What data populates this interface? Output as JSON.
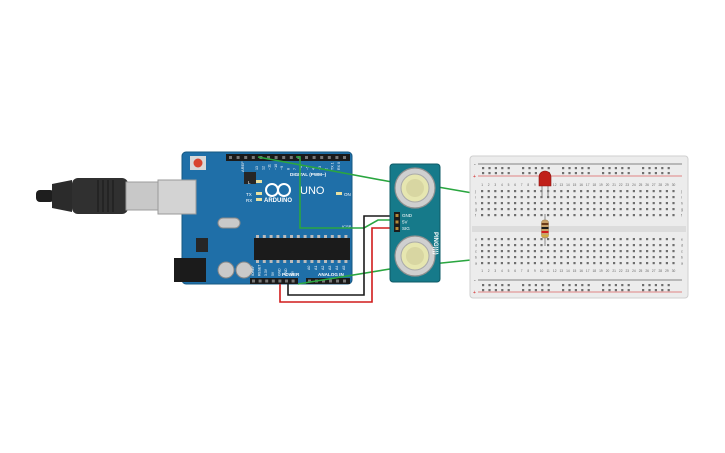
{
  "canvas": {
    "background": "#ffffff"
  },
  "arduino": {
    "brand_label": "ARDUINO",
    "model_label": "UNO",
    "digital_label": "DIGITAL (PWM~)",
    "power_label": "POWER",
    "analog_label": "ANALOG IN",
    "aref_label": "AREF",
    "gnd_label": "GND",
    "digital_pin_labels": [
      "13",
      "12",
      "~11",
      "~10",
      "~9",
      "8",
      "7",
      "~6",
      "~5",
      "4",
      "~3",
      "2",
      "TX 1",
      "RX 0"
    ],
    "power_pin_labels": [
      "IOREF",
      "RESET",
      "3.3V",
      "5V",
      "GND",
      "GND",
      "Vin"
    ],
    "analog_pin_labels": [
      "A0",
      "A1",
      "A2",
      "A3",
      "A4",
      "A5"
    ],
    "led_labels": [
      "L",
      "TX",
      "RX",
      "ON"
    ],
    "board_color": "#1f6fa8",
    "icsp_label": "ICSP"
  },
  "sensor": {
    "name": "PING))))",
    "pin_labels": [
      "GND",
      "5V",
      "SIG"
    ],
    "board_color": "#167a8a"
  },
  "breadboard": {
    "column_numbers": [
      "1",
      "2",
      "3",
      "4",
      "5",
      "6",
      "7",
      "8",
      "9",
      "10",
      "11",
      "12",
      "13",
      "14",
      "15",
      "16",
      "17",
      "18",
      "19",
      "20",
      "21",
      "22",
      "23",
      "24",
      "25",
      "26",
      "27",
      "28",
      "29",
      "30"
    ],
    "row_letters_top": [
      "j",
      "i",
      "h",
      "g",
      "f"
    ],
    "row_letters_bottom": [
      "e",
      "d",
      "c",
      "b",
      "a"
    ],
    "rail_plus": "+",
    "rail_minus": "-"
  },
  "components": {
    "led_color": "#c0201a",
    "resistor_color": "#c9a26b"
  },
  "wires": {
    "signal_color": "#2aa640",
    "power_color": "#d11c1c",
    "ground_color": "#1a1a1a"
  },
  "usb": {
    "cable_color": "#2b2b2b",
    "plug_color": "#c8c8c8"
  }
}
